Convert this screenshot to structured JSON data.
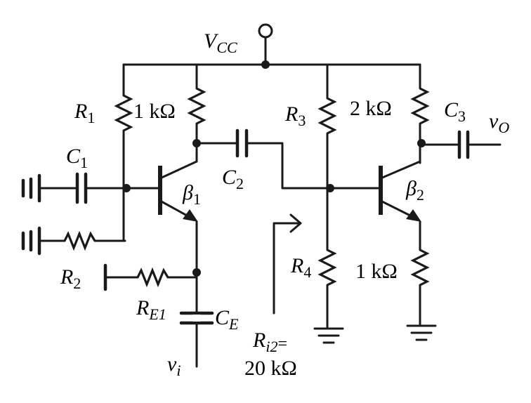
{
  "supply": {
    "name": "V",
    "sub": "CC"
  },
  "resistors": {
    "r1": {
      "name": "R",
      "sub": "1"
    },
    "rc1": {
      "value": "1 kΩ"
    },
    "r2": {
      "name": "R",
      "sub": "2"
    },
    "re1": {
      "name": "R",
      "sub": "E1"
    },
    "r3": {
      "name": "R",
      "sub": "3"
    },
    "rc2": {
      "value": "2 kΩ"
    },
    "r4": {
      "name": "R",
      "sub": "4"
    },
    "re2": {
      "value": "1 kΩ"
    }
  },
  "capacitors": {
    "c1": {
      "name": "C",
      "sub": "1"
    },
    "c2": {
      "name": "C",
      "sub": "2"
    },
    "c3": {
      "name": "C",
      "sub": "3"
    },
    "ce": {
      "name": "C",
      "sub": "E"
    }
  },
  "transistors": {
    "q1": {
      "name": "β",
      "sub": "1"
    },
    "q2": {
      "name": "β",
      "sub": "2"
    }
  },
  "signals": {
    "input": {
      "name": "v",
      "sub": "i"
    },
    "output": {
      "name": "v",
      "sub": "O"
    }
  },
  "annotation": {
    "ri2_name": "R",
    "ri2_sub": "i2",
    "ri2_eq": "=",
    "ri2_value": "20 kΩ"
  }
}
